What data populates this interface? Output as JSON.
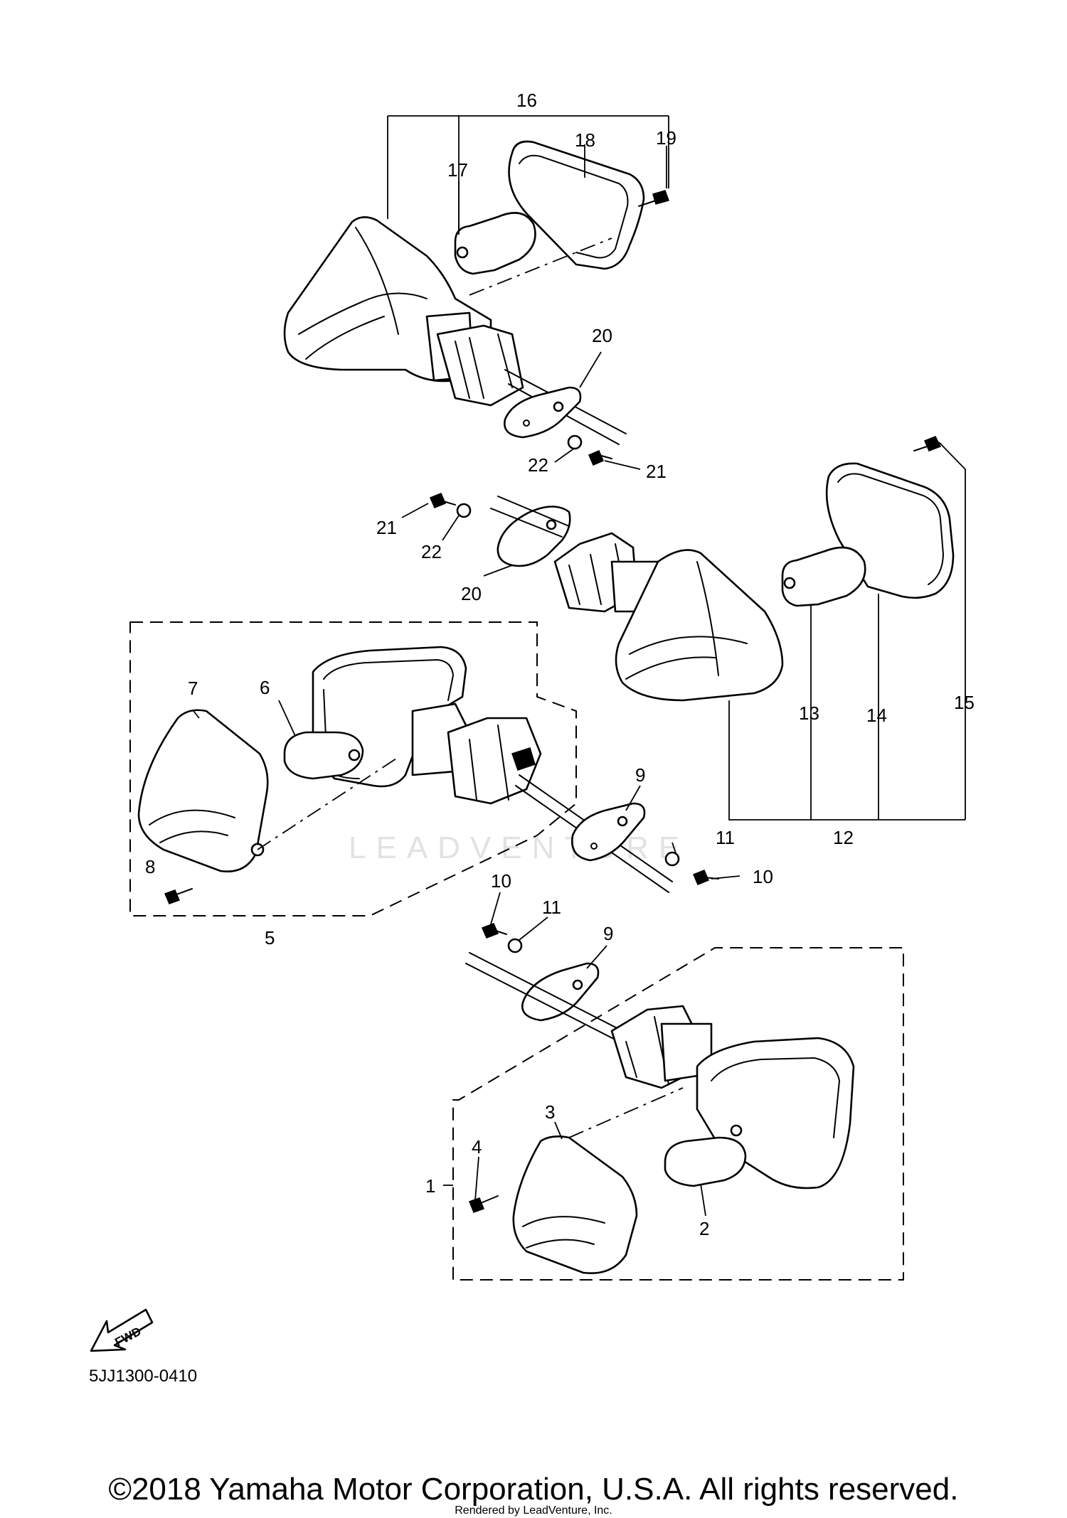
{
  "callouts": {
    "c1": "1",
    "c2": "2",
    "c3": "3",
    "c4": "4",
    "c5": "5",
    "c6": "6",
    "c7": "7",
    "c8": "8",
    "c9a": "9",
    "c9b": "9",
    "c10a": "10",
    "c10b": "10",
    "c11a": "11",
    "c11b": "11",
    "c12": "12",
    "c13": "13",
    "c14": "14",
    "c15": "15",
    "c16": "16",
    "c17": "17",
    "c18": "18",
    "c19": "19",
    "c20a": "20",
    "c20b": "20",
    "c21a": "21",
    "c21b": "21",
    "c22a": "22",
    "c22b": "22"
  },
  "fwd_label": "FWD",
  "diagram_ref": "5JJ1300-0410",
  "copyright": "©2018 Yamaha Motor Corporation, U.S.A. All rights reserved.",
  "render_credit": "Rendered by LeadVenture, Inc.",
  "watermark": "LEADVENTURE"
}
